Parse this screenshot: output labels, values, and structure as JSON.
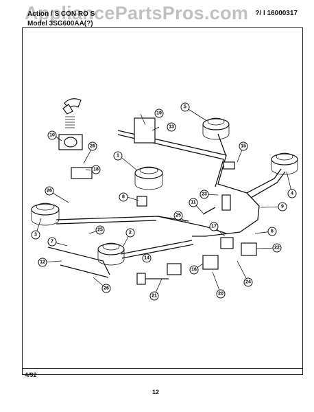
{
  "header": {
    "line1": "Action / S CON RO S",
    "line2": "Model  3SG600AA(?)",
    "ref": "?/ I 16000317"
  },
  "watermark": "AppliancePartsPros.com",
  "footer": {
    "date": "4/92",
    "page": "12"
  },
  "callouts": [
    "1",
    "2",
    "3",
    "4",
    "5",
    "6",
    "7",
    "8",
    "9",
    "10",
    "11",
    "12",
    "13",
    "14",
    "15",
    "16",
    "17",
    "18",
    "19",
    "20",
    "21",
    "22",
    "23",
    "24",
    "25",
    "25",
    "26",
    "26",
    "26"
  ]
}
